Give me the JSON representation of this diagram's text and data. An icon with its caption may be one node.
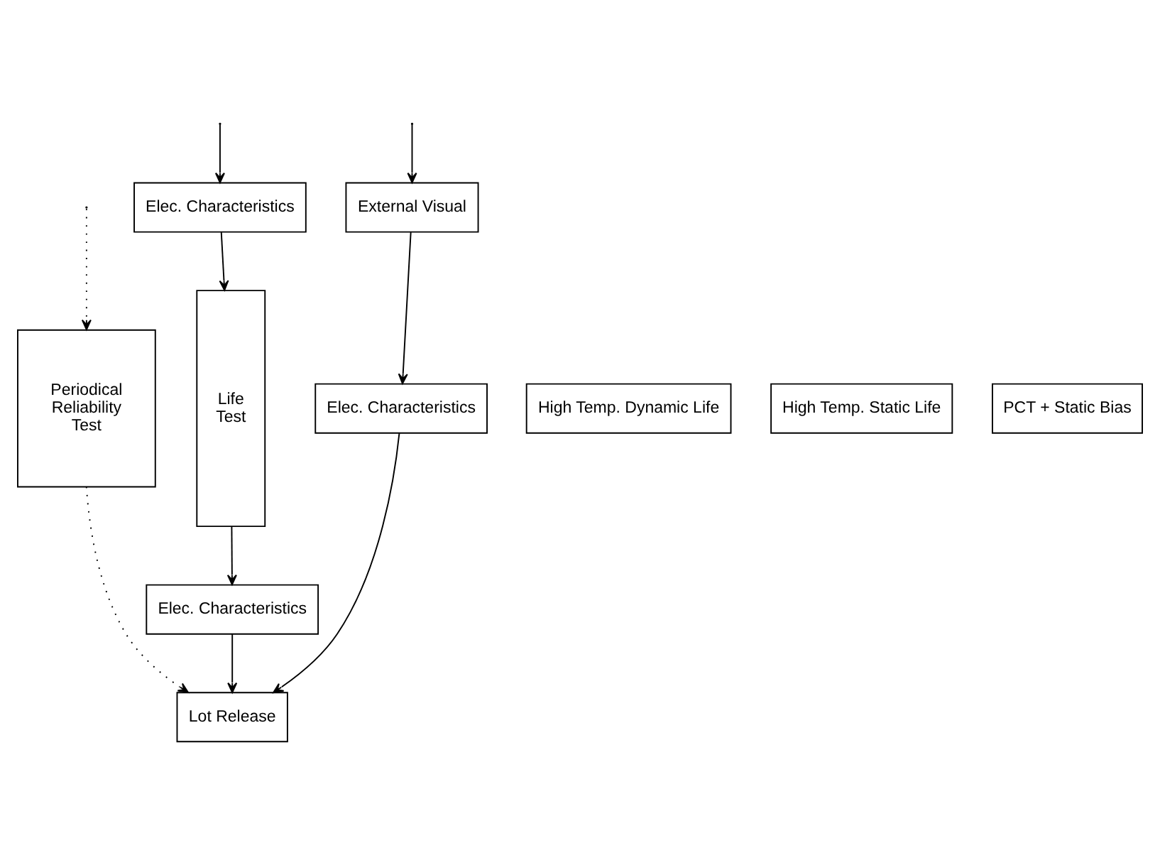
{
  "diagram": {
    "nodes": [
      {
        "text": [
          "External Visual"
        ]
      },
      {
        "text": [
          "Elec. Characteristics"
        ]
      },
      {
        "text": [
          "Elec. Characteristics"
        ]
      },
      {
        "text": [
          "Life Test"
        ]
      },
      {
        "text": [
          "High Temp. Dynamic Life"
        ]
      },
      {
        "text": [
          "High Temp. Static Life"
        ]
      },
      {
        "text": [
          "PCT + Static Bias"
        ]
      },
      {
        "text": [
          "Periodical Reliability Test"
        ]
      },
      {
        "text": [
          "Elec. Characteristics"
        ]
      },
      {
        "text": [
          "Lot Release"
        ]
      }
    ],
    "edges": [
      {
        "from": null,
        "to": 0,
        "arrow": "to"
      },
      {
        "from": null,
        "to": 1,
        "arrow": "to"
      },
      {
        "from": null,
        "to": 7,
        "arrow": "to",
        "style": "dashed"
      },
      {
        "from": 0,
        "to": 2,
        "arrow": "to"
      },
      {
        "from": 1,
        "to": 3,
        "arrow": "to"
      },
      {
        "from": 3,
        "to": 8,
        "arrow": "to"
      },
      {
        "from": 2,
        "to": 9,
        "arrow": "to"
      },
      {
        "from": 8,
        "to": 9,
        "arrow": "to"
      },
      {
        "from": 7,
        "to": 9,
        "arrow": "to",
        "style": "dashed"
      }
    ]
  }
}
